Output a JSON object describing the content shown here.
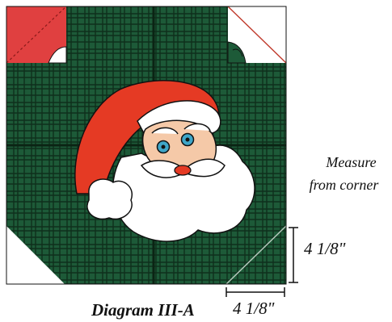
{
  "measure_note": {
    "line1": "Measure",
    "line2": "from corner"
  },
  "dimension_vertical": "4 1/8\"",
  "dimension_horizontal": "4 1/8\"",
  "diagram_title": "Diagram III-A",
  "colors": {
    "plaid_green": "#1d5a38",
    "plaid_line": "#0f2f1c",
    "santa_red": "#e53a24",
    "beard_white": "#ffffff",
    "face_skin": "#f5c9a8",
    "eye_blue": "#3fa6c8",
    "corner_red": "#e04040",
    "outline": "#111111"
  }
}
